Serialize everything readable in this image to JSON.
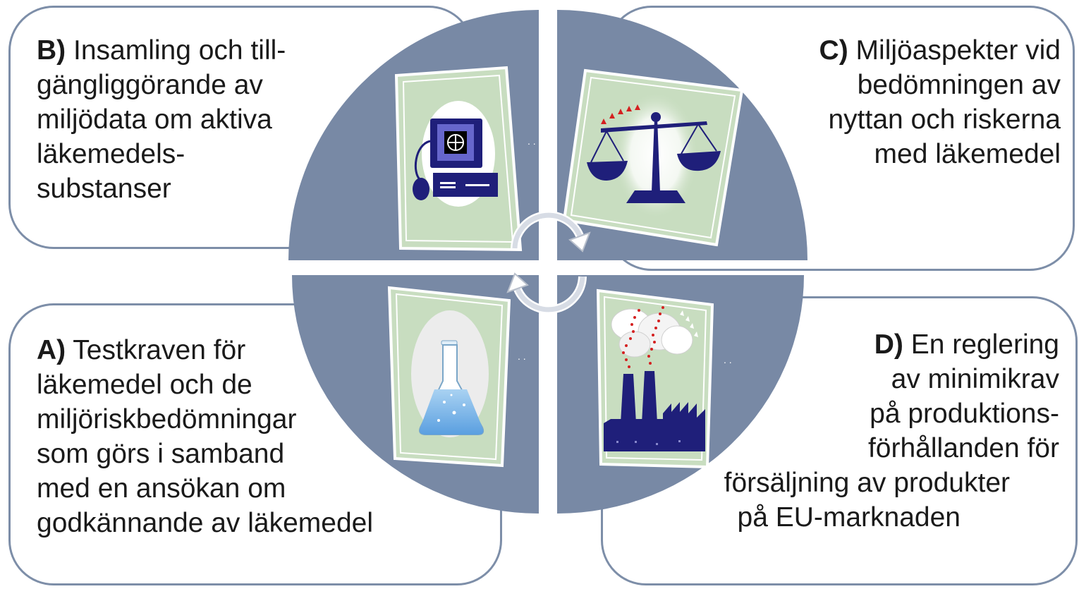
{
  "quadrants": {
    "b": {
      "letter": "B)",
      "lines": [
        "Insamling och till-",
        "gängliggörande av",
        "miljödata om aktiva",
        "läkemedels-",
        "substanser"
      ]
    },
    "c": {
      "letter": "C)",
      "lines": [
        "Miljöaspekter vid",
        "bedömningen av",
        "nyttan och riskerna",
        "med läkemedel"
      ]
    },
    "a": {
      "letter": "A)",
      "lines": [
        "Testkraven för",
        "läkemedel och de",
        "miljöriskbedömningar",
        "som görs i samband",
        "med en ansökan om",
        "godkännande av läkemedel"
      ]
    },
    "d": {
      "letter": "D)",
      "lines": [
        "En reglering",
        "av minimikrav",
        "på produktions-",
        "förhållanden för",
        "försäljning av produkter",
        "på EU-marknaden"
      ]
    }
  },
  "icons": {
    "b": "computer-globe-icon",
    "c": "balance-scale-icon",
    "a": "erlenmeyer-flask-icon",
    "d": "factory-smoke-icon"
  },
  "colors": {
    "quadrant_fill": "#7889a5",
    "box_border": "#7d8ea8",
    "card_frame": "#c8ddc0",
    "icon_navy": "#1f1f7a",
    "smoke_dots": "#d42020"
  }
}
